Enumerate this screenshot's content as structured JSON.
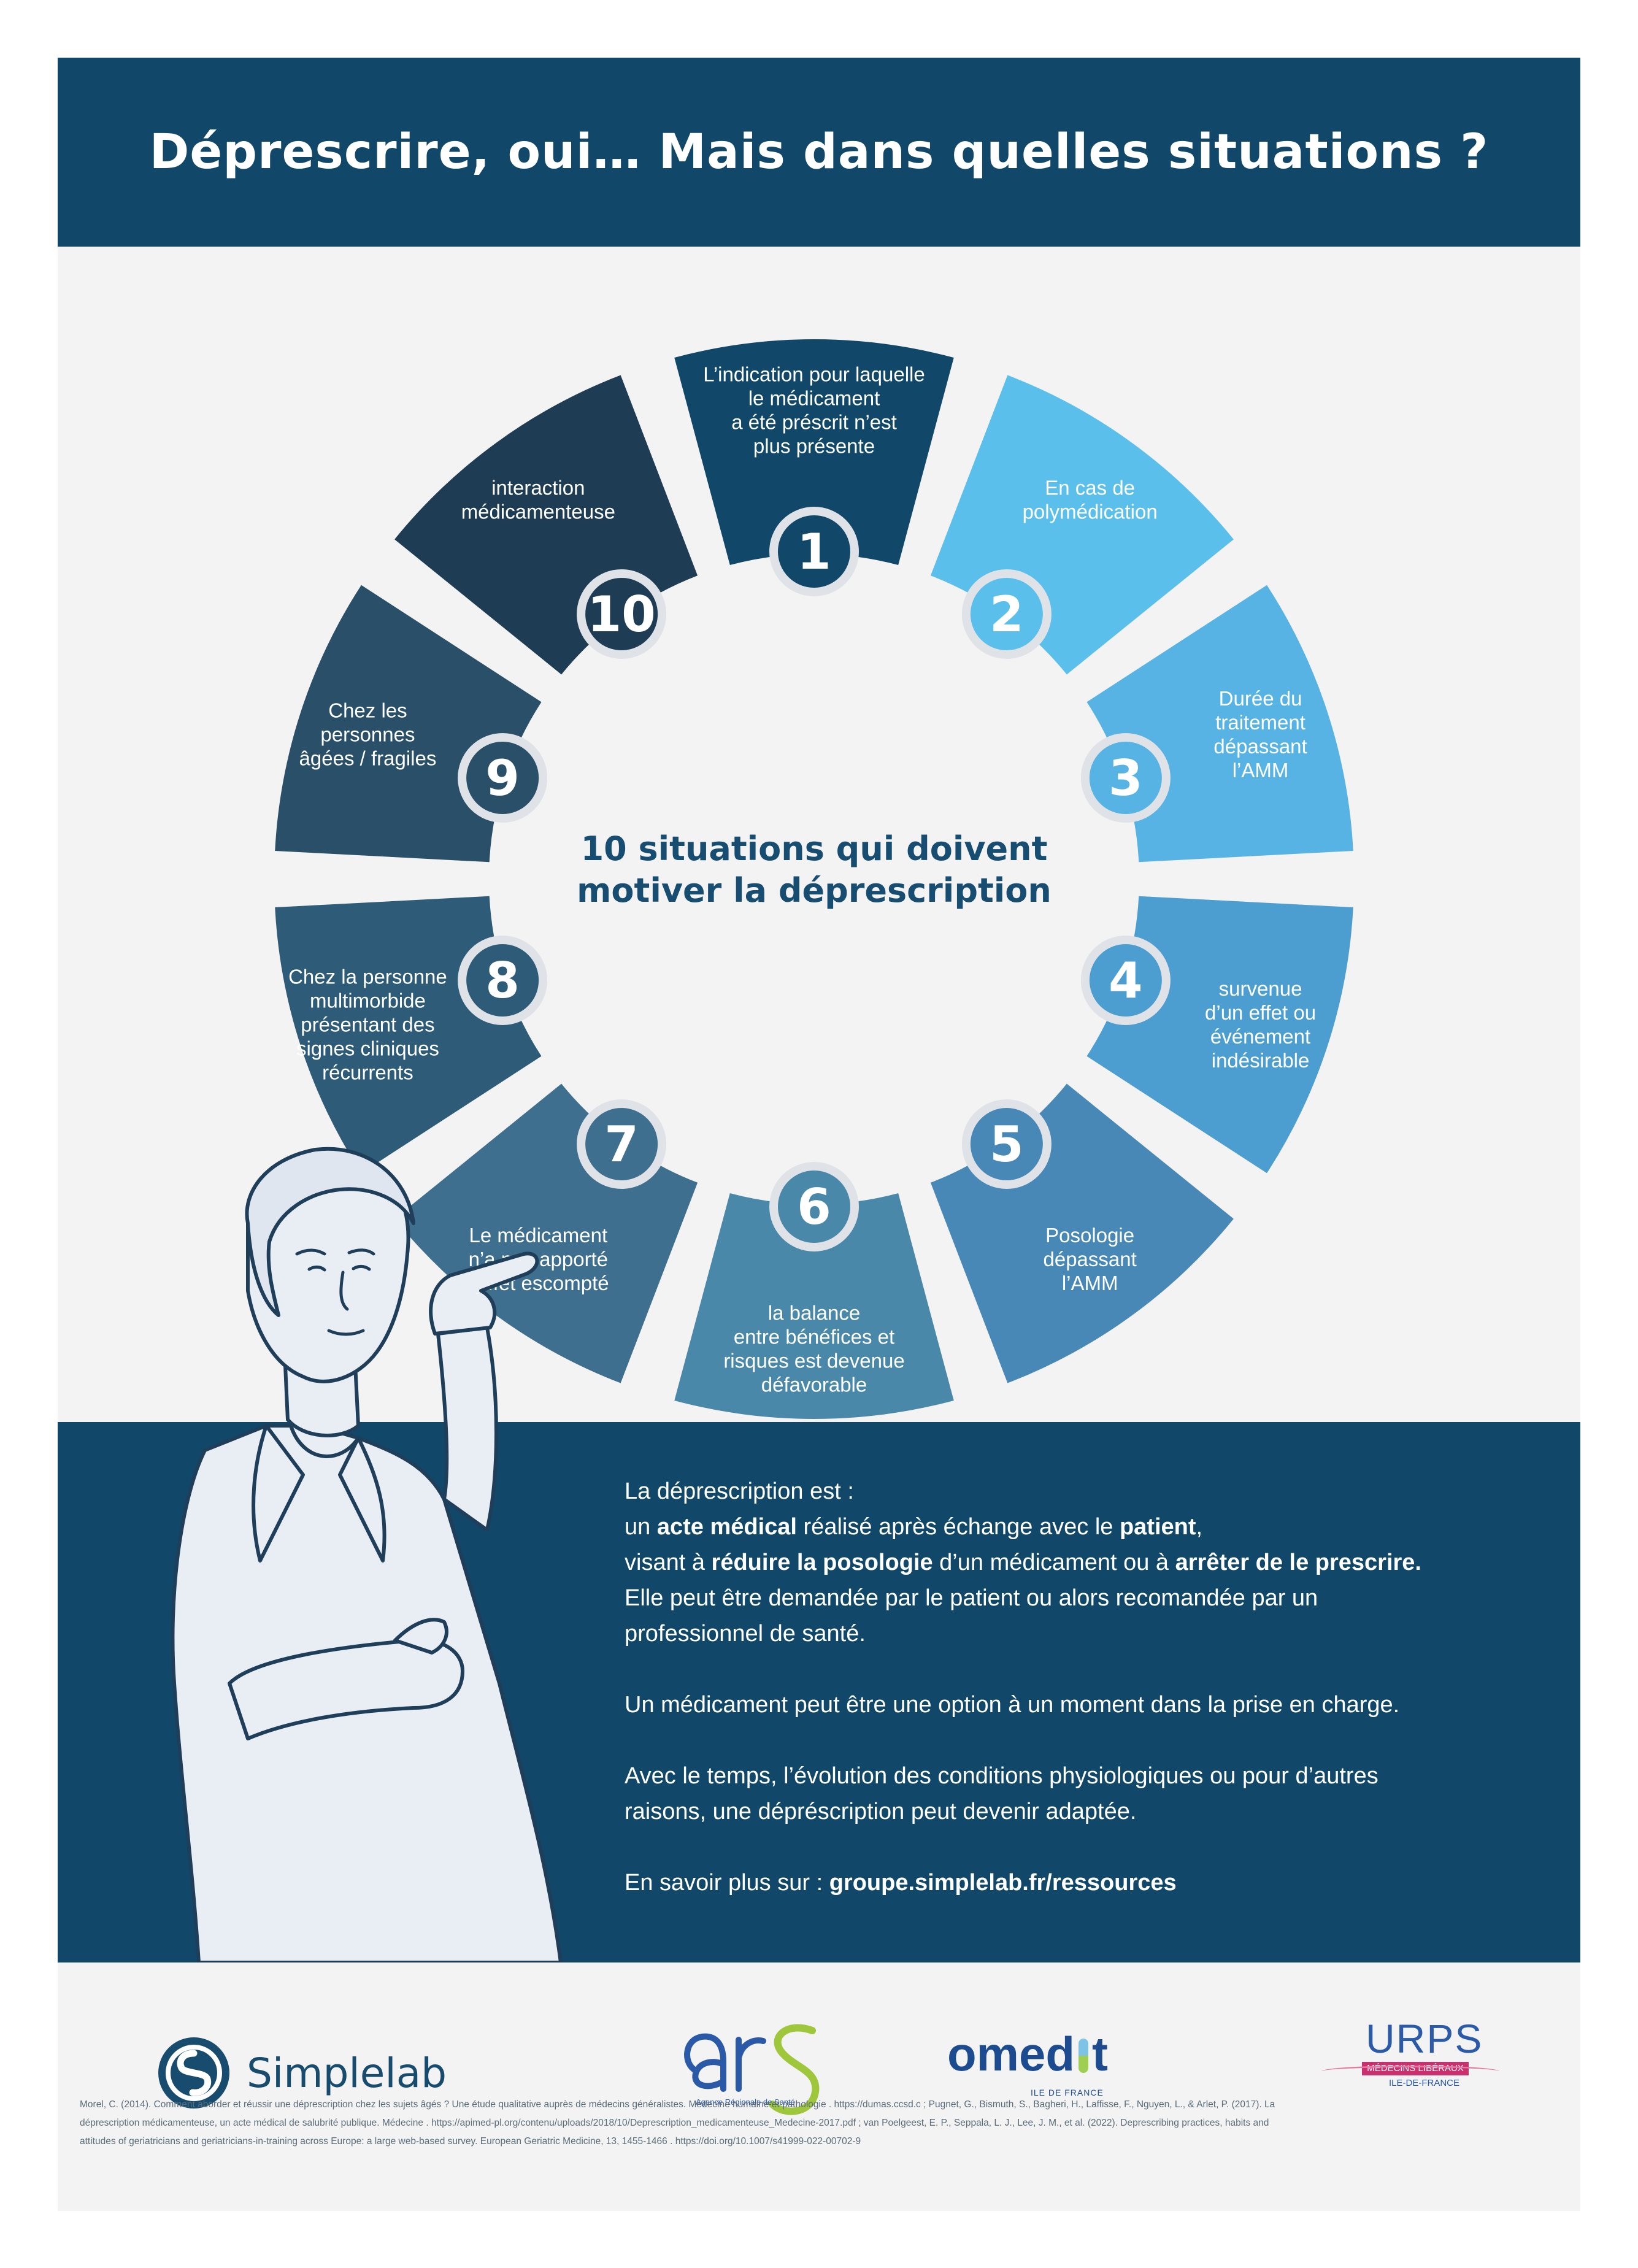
{
  "header": {
    "title": "Déprescrire, oui… Mais dans quelles situations ?"
  },
  "wheel": {
    "center_line1": "10 situations qui doivent",
    "center_line2": "motiver la déprescription",
    "colors": [
      "#114769",
      "#5bbfec",
      "#56b3e3",
      "#4c9ed1",
      "#4788b6",
      "#4a88a9",
      "#3f6f8e",
      "#2e5c78",
      "#2a4f69",
      "#1e3d55"
    ],
    "segments": [
      {
        "num": "1",
        "lines": [
          "L’indication pour laquelle",
          "le médicament",
          "a été préscrit n’est",
          "plus présente"
        ]
      },
      {
        "num": "2",
        "lines": [
          "En cas de",
          "polymédication"
        ]
      },
      {
        "num": "3",
        "lines": [
          "Durée du",
          "traitement",
          "dépassant",
          "l’AMM"
        ]
      },
      {
        "num": "4",
        "lines": [
          "survenue",
          "d’un effet ou",
          "événement",
          "indésirable"
        ]
      },
      {
        "num": "5",
        "lines": [
          "Posologie",
          "dépassant",
          "l’AMM"
        ]
      },
      {
        "num": "6",
        "lines": [
          "la balance",
          "entre bénéfices et",
          "risques est devenue",
          "défavorable"
        ]
      },
      {
        "num": "7",
        "lines": [
          "Le médicament",
          "n’a pas apporté",
          "l’effet escompté"
        ]
      },
      {
        "num": "8",
        "lines": [
          "Chez la personne",
          "multimorbide",
          "présentant des",
          "signes cliniques",
          "récurrents"
        ]
      },
      {
        "num": "9",
        "lines": [
          "Chez les",
          "personnes",
          "âgées / fragiles"
        ]
      },
      {
        "num": "10",
        "lines": [
          "interaction",
          "médicamenteuse"
        ]
      }
    ]
  },
  "info": {
    "line1": "La déprescription est :",
    "l2a": "un ",
    "l2b": "acte médical",
    "l2c": " réalisé après échange avec le ",
    "l2d": "patient",
    "l2e": ",",
    "l3a": "visant à ",
    "l3b": "réduire la posologie",
    "l3c": " d’un médicament ou à ",
    "l3d": "arrêter de le prescrire.",
    "line4": "Elle peut être demandée par le patient ou alors recomandée par un",
    "line5": "professionnel de santé.",
    "line6": "Un médicament peut être une option à un moment dans la prise en charge.",
    "line7": "Avec le temps, l’évolution des conditions physiologiques ou pour d’autres",
    "line8": "raisons, une dépréscription peut devenir adaptée.",
    "more_label": "En savoir plus sur : ",
    "more_link": "groupe.simplelab.fr/ressources"
  },
  "logos": {
    "simplelab": "Simplelab",
    "ars_sub": "Agence Régionale de Santé",
    "omedit_a": "omed",
    "omedit_b": "t",
    "omedit_sub": "ILE DE FRANCE",
    "urps": "URPS",
    "urps_band": "MÉDECINS LIBÉRAUX",
    "urps_sub": "ILE-DE-FRANCE"
  },
  "footer": {
    "ref1": "Morel, C. (2014). Comment aborder et réussir une déprescription chez les sujets âgés ? Une étude qualitative auprès de médecins généralistes. Médecine humaine et pathologie . https://dumas.ccsd.c ; Pugnet, G., Bismuth, S., Bagheri, H., Laffisse, F., Nguyen, L., & Arlet, P. (2017). La",
    "ref2": "déprescription médicamenteuse, un acte médical de salubrité publique. Médecine . https://apimed-pl.org/contenu/uploads/2018/10/Deprescription_medicamenteuse_Medecine-2017.pdf ; van Poelgeest, E. P., Seppala, L. J., Lee, J. M., et al. (2022). Deprescribing practices, habits and",
    "ref3": "attitudes of geriatricians and geriatricians-in-training across Europe: a large web-based survey. European Geriatric Medicine, 13, 1455-1466 . https://doi.org/10.1007/s41999-022-00702-9"
  }
}
